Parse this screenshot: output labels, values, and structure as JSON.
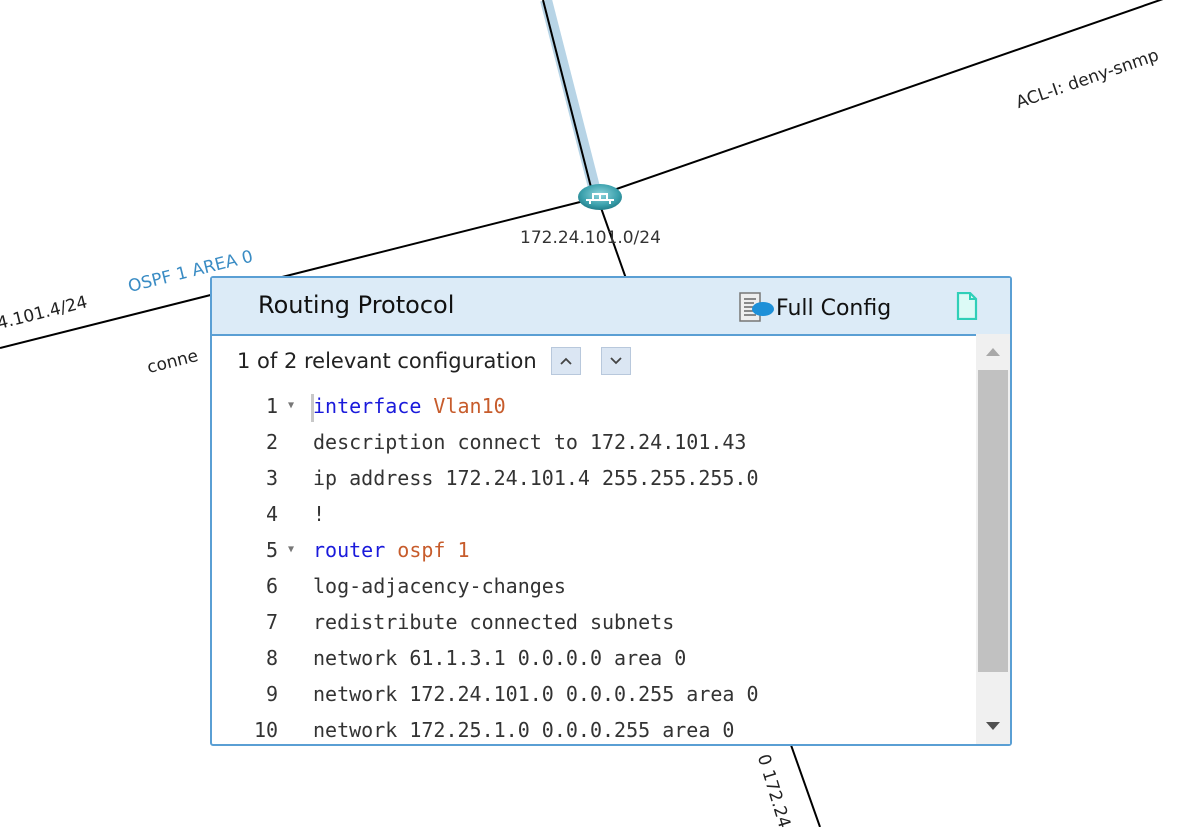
{
  "map": {
    "labels": {
      "acl": "ACL-I: deny-snmp",
      "subnet_center": "172.24.101.0/24",
      "ip_left": "4.101.4/24",
      "ospf": "OSPF 1 AREA 0",
      "conn_partial": "conne",
      "bottom_partial": "0 172.24"
    },
    "colors": {
      "link": "#000000",
      "highlight_link": "#b7d4e6",
      "ospf_label": "#3a8cc4"
    }
  },
  "popup": {
    "title": "Routing Protocol",
    "full_config_label": "Full Config",
    "full_config_icon": "config-file-icon",
    "export_icon": "document-icon",
    "nav_text": "1 of 2 relevant configuration",
    "nav_prev_icon": "chevron-up-icon",
    "nav_next_icon": "chevron-down-icon",
    "code_lines": [
      {
        "n": "1",
        "fold": true,
        "kw": "interface",
        "arg": "Vlan10",
        "text": ""
      },
      {
        "n": "2",
        "fold": false,
        "kw": "",
        "arg": "",
        "text": "description connect to 172.24.101.43"
      },
      {
        "n": "3",
        "fold": false,
        "kw": "",
        "arg": "",
        "text": "ip address 172.24.101.4 255.255.255.0"
      },
      {
        "n": "4",
        "fold": false,
        "kw": "",
        "arg": "",
        "text": "!"
      },
      {
        "n": "5",
        "fold": true,
        "kw": "router",
        "arg": "ospf 1",
        "text": ""
      },
      {
        "n": "6",
        "fold": false,
        "kw": "",
        "arg": "",
        "text": "log-adjacency-changes"
      },
      {
        "n": "7",
        "fold": false,
        "kw": "",
        "arg": "",
        "text": "redistribute connected subnets"
      },
      {
        "n": "8",
        "fold": false,
        "kw": "",
        "arg": "",
        "text": "network 61.1.3.1 0.0.0.0 area 0"
      },
      {
        "n": "9",
        "fold": false,
        "kw": "",
        "arg": "",
        "text": "network 172.24.101.0 0.0.0.255 area 0"
      },
      {
        "n": "10",
        "fold": false,
        "kw": "",
        "arg": "",
        "text": "network 172.25.1.0 0.0.0.255 area 0"
      }
    ],
    "colors": {
      "border": "#5a9fd4",
      "header_bg": "#dcebf7",
      "keyword": "#1a1adb",
      "argument": "#c75c2c"
    }
  }
}
